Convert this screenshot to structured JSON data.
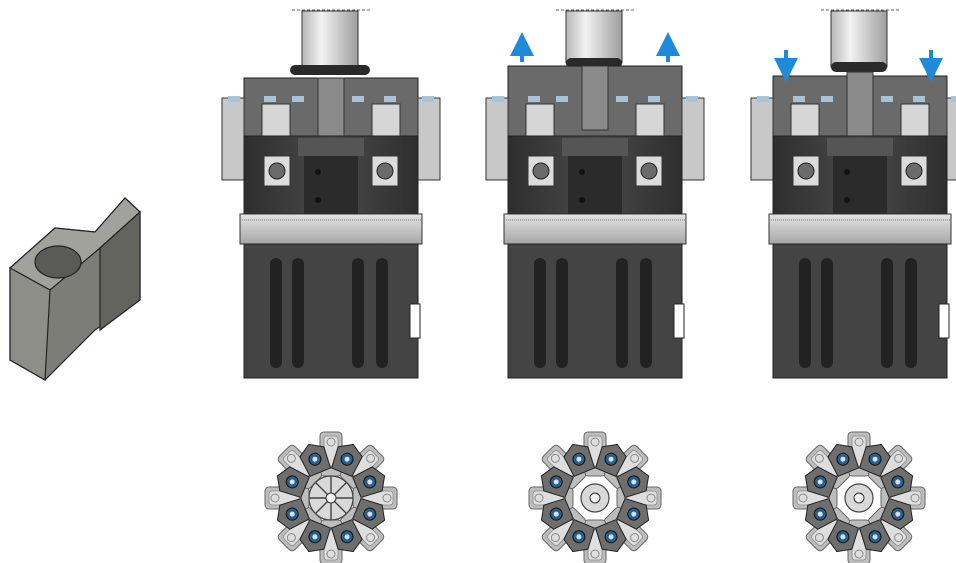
{
  "illustration": {
    "part": {
      "icon": "lug-part-icon",
      "color_light": "#9a9a95",
      "color_mid": "#7d7d78",
      "color_dark": "#63635f"
    },
    "steps": [
      {
        "id": "step-1",
        "state": "clamped",
        "arrow": "none"
      },
      {
        "id": "step-2",
        "state": "released",
        "arrow": "up"
      },
      {
        "id": "step-3",
        "state": "engaging",
        "arrow": "down"
      }
    ],
    "colors": {
      "arrow": "#1f8bd8",
      "body_dark": "#3d3d3d",
      "body_mid": "#555555",
      "ring": "#c9c9c9",
      "jaw_light": "#c4c4c4",
      "blue_pad": "#a9c3d6",
      "shaft": "#d8d8d8"
    }
  }
}
